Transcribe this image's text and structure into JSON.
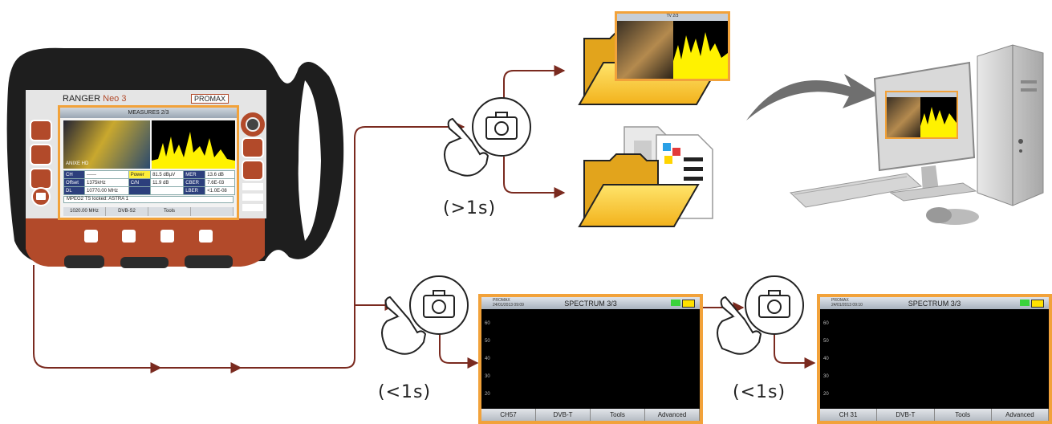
{
  "device": {
    "brand": "RANGER",
    "model": "Neo 3",
    "logo": "PROMAX",
    "screen_title": "MEASURES 2/3",
    "channel_name": "ANIXE HD",
    "measurements": [
      {
        "k": "CH",
        "v": "------",
        "k2": "Power",
        "v2": "81.5 dBµV",
        "k3": "MER",
        "v3": "13.6 dB"
      },
      {
        "k": "Offset",
        "v": "1375kHz",
        "k2": "C/N",
        "v2": "11.9 dB",
        "k3": "CBER",
        "v3": "7.6E-03"
      },
      {
        "k": "DL",
        "v": "10770.00 MHz",
        "k2": "",
        "v2": "",
        "k3": "LBER",
        "v3": "<1.0E-08"
      }
    ],
    "status_line": "MPEG2 TS locked: ASTRA 1",
    "softkeys": [
      "1020.00 MHz",
      "DVB-S2",
      "Tools",
      ""
    ]
  },
  "labels": {
    "long_press": "(>1s)",
    "short_press_1": "(<1s)",
    "short_press_2": "(<1s)"
  },
  "spectrum_1": {
    "title": "SPECTRUM 3/3",
    "header_meta_1": "PROMAX",
    "header_meta_2": "24/01/2013 09:09",
    "y_ticks": [
      "60",
      "50",
      "40",
      "30",
      "20"
    ],
    "softkeys": [
      "CH57",
      "DVB-T",
      "Tools",
      "Advanced"
    ]
  },
  "spectrum_2": {
    "title": "SPECTRUM 3/3",
    "header_meta_1": "PROMAX",
    "header_meta_2": "24/01/2013 09:10",
    "y_ticks": [
      "60",
      "50",
      "40",
      "30",
      "20"
    ],
    "softkeys": [
      "CH 31",
      "DVB-T",
      "Tools",
      "Advanced"
    ]
  },
  "thumb": {
    "title": "TV 2/3"
  },
  "colors": {
    "arrow": "#7a2a1f",
    "accent_orange": "#f2a23a",
    "folder_yellow": "#ffd23a",
    "spectrum_fill": "#fff200",
    "device_body": "#1c1c1c",
    "device_rust": "#b24a2a"
  }
}
